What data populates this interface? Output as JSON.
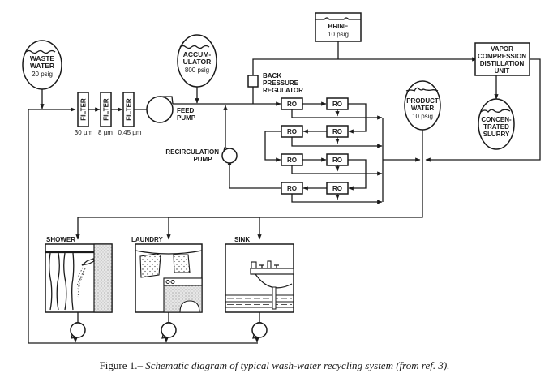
{
  "diagram": {
    "tanks": {
      "waste_water": {
        "line1": "WASTE",
        "line2": "WATER",
        "line3": "20 psig"
      },
      "accumulator": {
        "line1": "ACCUM-",
        "line2": "ULATOR",
        "line3": "800 psig"
      },
      "product_water": {
        "line1": "PRODUCT",
        "line2": "WATER",
        "line3": "10 psig"
      },
      "slurry": {
        "line1": "CONCEN-",
        "line2": "TRATED",
        "line3": "SLURRY"
      },
      "brine": {
        "line1": "BRINE",
        "line2": "10 psig"
      }
    },
    "filters": [
      {
        "label": "FILTER",
        "size": "30 µm"
      },
      {
        "label": "FILTER",
        "size": "8 µm"
      },
      {
        "label": "FILTER",
        "size": "0.45 µm"
      }
    ],
    "feed_pump": {
      "line1": "FEED",
      "line2": "PUMP"
    },
    "recirculation_pump": {
      "line1": "RECIRCULATION",
      "line2": "PUMP"
    },
    "back_pressure_regulator": {
      "line1": "BACK",
      "line2": "PRESSURE",
      "line3": "REGULATOR"
    },
    "vapor_unit": {
      "line1": "VAPOR",
      "line2": "COMPRESSION",
      "line3": "DISTILLATION",
      "line4": "UNIT"
    },
    "ro_label": "RO",
    "ro_units_count": 8,
    "fixtures": [
      {
        "label": "SHOWER"
      },
      {
        "label": "LAUNDRY"
      },
      {
        "label": "SINK"
      }
    ]
  },
  "caption": {
    "prefix": "Figure 1.– ",
    "text": "Schematic diagram of typical wash-water recycling system (from ref. 3)."
  }
}
